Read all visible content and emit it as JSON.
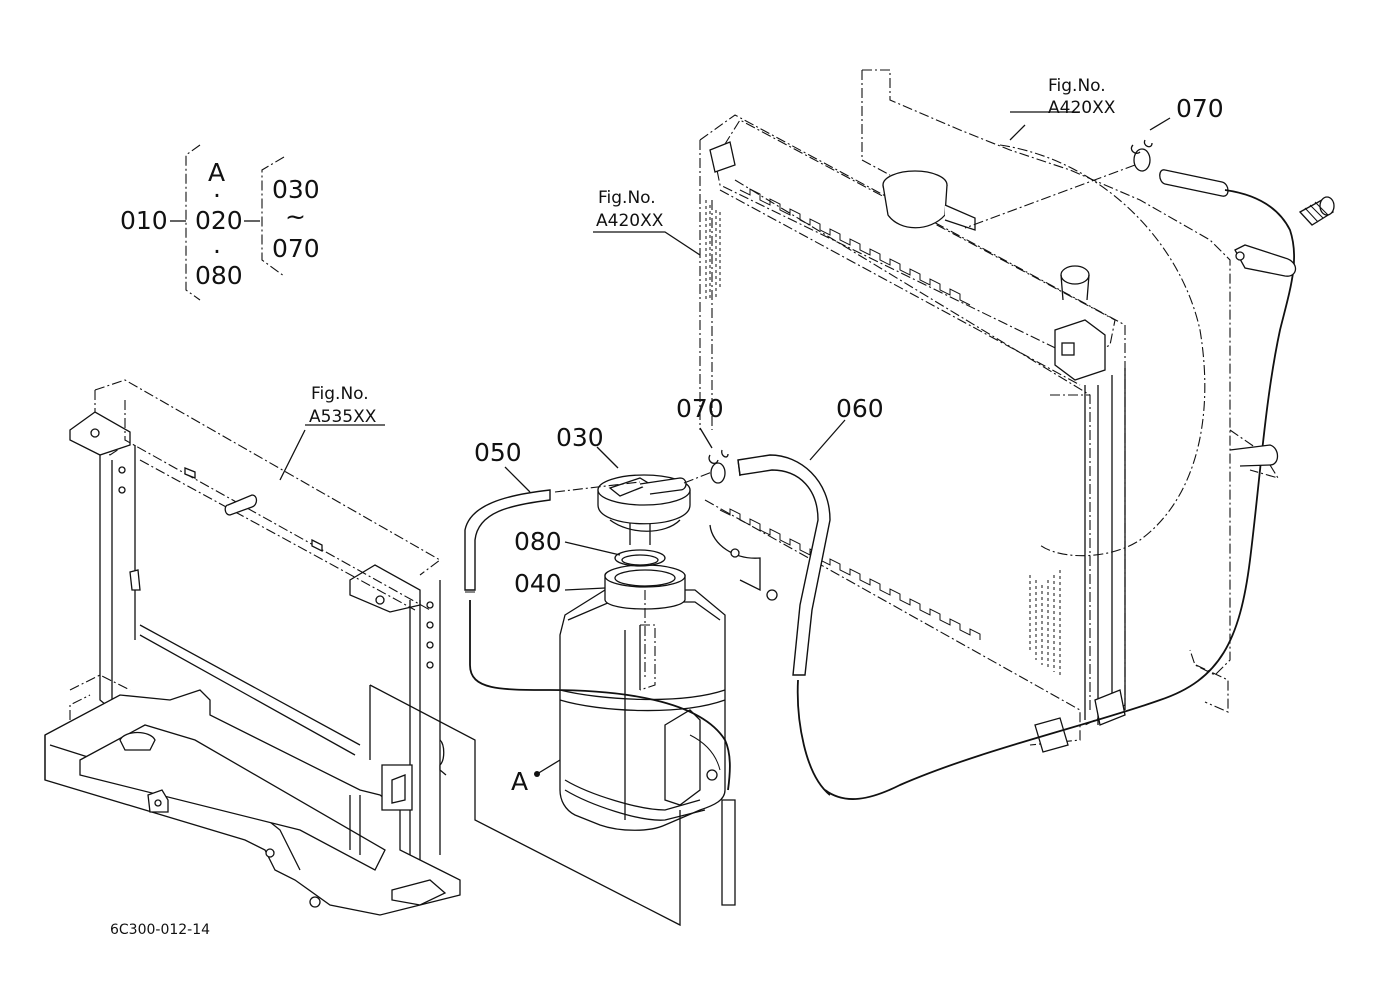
{
  "diagram": {
    "drawing_code": "6C300-012-14",
    "assembly_key": {
      "top_group": "010",
      "items": [
        "A",
        "·",
        "020",
        "·",
        "080"
      ],
      "range_start": "030",
      "range_sep": "~",
      "range_end": "070"
    },
    "fig_refs": {
      "radiator_top": {
        "line1": "Fig.No.",
        "line2": "A420XX"
      },
      "radiator_left": {
        "line1": "Fig.No.",
        "line2": "A420XX"
      },
      "frame": {
        "line1": "Fig.No.",
        "line2": "A535XX"
      }
    },
    "callouts": {
      "clip_top": "070",
      "clip_mid": "070",
      "hose_060": "060",
      "hose_050": "050",
      "cap_030": "030",
      "ring_080": "080",
      "tank_040": "040",
      "point_a": "A"
    }
  }
}
